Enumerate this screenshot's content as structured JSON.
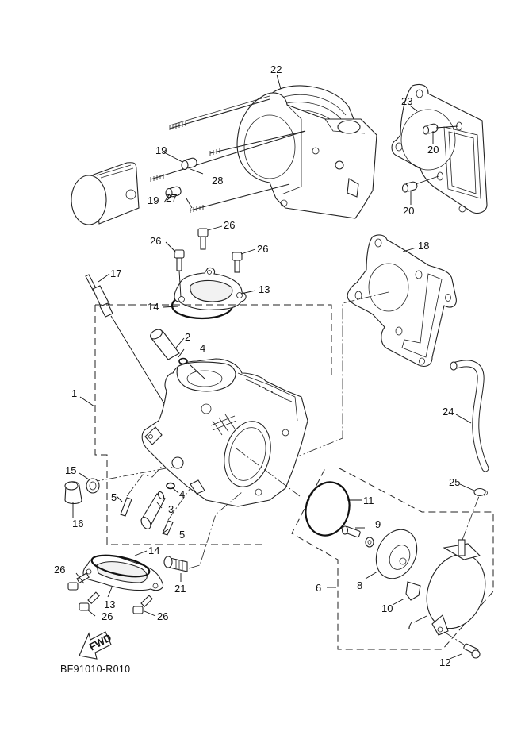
{
  "diagram": {
    "title": "Cylinder head / cylinder exploded parts view",
    "drawing_code": "BF91010-R010",
    "fwd_arrow_label": "FWD",
    "callouts": [
      {
        "id": "c1",
        "label": "1",
        "part": "cylinder-head-assembly"
      },
      {
        "id": "c2",
        "label": "2",
        "part": "valve-guide"
      },
      {
        "id": "c3",
        "label": "3",
        "part": "valve-guide"
      },
      {
        "id": "c4a",
        "label": "4",
        "part": "o-ring"
      },
      {
        "id": "c4b",
        "label": "4",
        "part": "o-ring"
      },
      {
        "id": "c5a",
        "label": "5",
        "part": "stud-bolt"
      },
      {
        "id": "c5b",
        "label": "5",
        "part": "stud-bolt"
      },
      {
        "id": "c6",
        "label": "6",
        "part": "tappet-cover-assembly"
      },
      {
        "id": "c7",
        "label": "7",
        "part": "cover"
      },
      {
        "id": "c8",
        "label": "8",
        "part": "plate"
      },
      {
        "id": "c9",
        "label": "9",
        "part": "bolt-washer"
      },
      {
        "id": "c10",
        "label": "10",
        "part": "damper"
      },
      {
        "id": "c11",
        "label": "11",
        "part": "o-ring"
      },
      {
        "id": "c12",
        "label": "12",
        "part": "bolt"
      },
      {
        "id": "c13a",
        "label": "13",
        "part": "tappet-cover"
      },
      {
        "id": "c13b",
        "label": "13",
        "part": "tappet-cover"
      },
      {
        "id": "c14a",
        "label": "14",
        "part": "o-ring"
      },
      {
        "id": "c14b",
        "label": "14",
        "part": "o-ring"
      },
      {
        "id": "c15",
        "label": "15",
        "part": "gasket"
      },
      {
        "id": "c16",
        "label": "16",
        "part": "plug"
      },
      {
        "id": "c17",
        "label": "17",
        "part": "spark-plug"
      },
      {
        "id": "c18",
        "label": "18",
        "part": "cylinder-head-gasket"
      },
      {
        "id": "c19a",
        "label": "19",
        "part": "dowel-pin"
      },
      {
        "id": "c19b",
        "label": "19",
        "part": "dowel-pin"
      },
      {
        "id": "c20a",
        "label": "20",
        "part": "dowel-pin"
      },
      {
        "id": "c20b",
        "label": "20",
        "part": "dowel-pin"
      },
      {
        "id": "c21",
        "label": "21",
        "part": "joint"
      },
      {
        "id": "c22",
        "label": "22",
        "part": "cylinder"
      },
      {
        "id": "c23",
        "label": "23",
        "part": "cylinder-gasket"
      },
      {
        "id": "c24",
        "label": "24",
        "part": "hose"
      },
      {
        "id": "c25",
        "label": "25",
        "part": "clip"
      },
      {
        "id": "c26a",
        "label": "26",
        "part": "bolt"
      },
      {
        "id": "c26b",
        "label": "26",
        "part": "bolt"
      },
      {
        "id": "c26c",
        "label": "26",
        "part": "bolt"
      },
      {
        "id": "c26d",
        "label": "26",
        "part": "bolt"
      },
      {
        "id": "c26e",
        "label": "26",
        "part": "bolt"
      },
      {
        "id": "c26f",
        "label": "26",
        "part": "bolt"
      },
      {
        "id": "c27",
        "label": "27",
        "part": "stud-bolt"
      },
      {
        "id": "c28",
        "label": "28",
        "part": "stud-bolt"
      }
    ]
  }
}
